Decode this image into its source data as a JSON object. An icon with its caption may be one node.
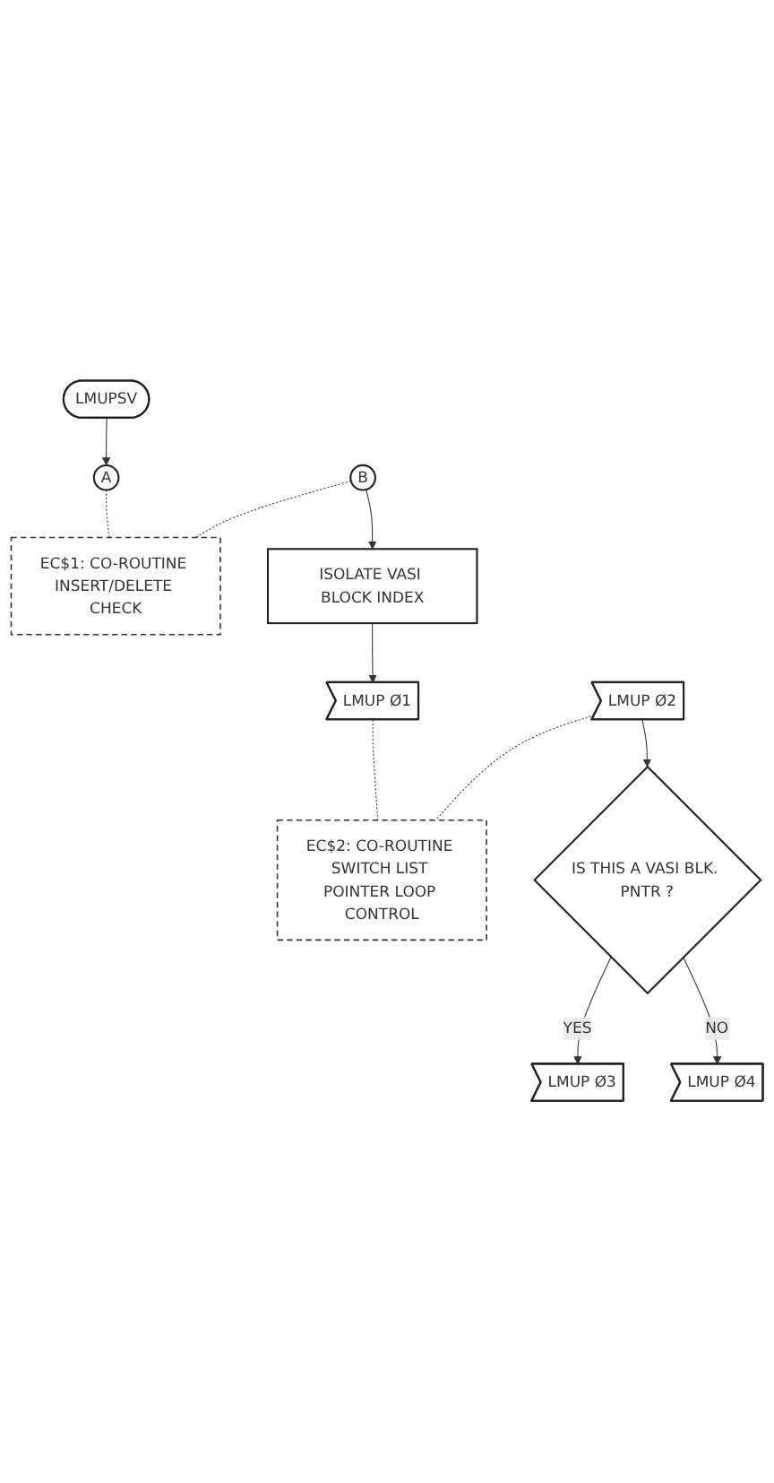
{
  "diagram": {
    "nodes": [
      {
        "text": [
          "LMUPSV"
        ]
      },
      {
        "text": [
          "A"
        ]
      },
      {
        "text": [
          "B"
        ]
      },
      {
        "text": [
          "ISOLATE VASI BLOCK INDEX"
        ]
      },
      {
        "text": [
          "LMUP Ø1"
        ]
      },
      {
        "text": [
          "LMUP Ø2"
        ]
      },
      {
        "text": [
          "IS THIS A VASI BLK. PNTR ?"
        ]
      },
      {
        "text": [
          "LMUP Ø3"
        ]
      },
      {
        "text": [
          "LMUP Ø4"
        ]
      },
      {
        "text": [
          "EC$1: CO-ROUTINE INSERT/DELETE CHECK"
        ]
      },
      {
        "text": [
          "EC$2: CO-ROUTINE SWITCH LIST POINTER LOOP CONTROL"
        ]
      }
    ],
    "edges": [
      {
        "from": 0,
        "to": 1,
        "arrow": "to"
      },
      {
        "from": 1,
        "to": 9,
        "arrow": "none",
        "style": "dashed"
      },
      {
        "from": 2,
        "to": 9,
        "arrow": "none",
        "style": "dashed"
      },
      {
        "from": 2,
        "to": 3,
        "arrow": "to"
      },
      {
        "from": 3,
        "to": 4,
        "arrow": "to"
      },
      {
        "from": 4,
        "to": 10,
        "arrow": "none",
        "style": "dashed"
      },
      {
        "from": 5,
        "to": 10,
        "arrow": "none",
        "style": "dashed"
      },
      {
        "from": 5,
        "to": 6,
        "arrow": "to"
      },
      {
        "from": 6,
        "to": 7,
        "label": "YES",
        "arrow": "to"
      },
      {
        "from": 6,
        "to": 8,
        "label": "NO",
        "arrow": "to"
      }
    ]
  }
}
